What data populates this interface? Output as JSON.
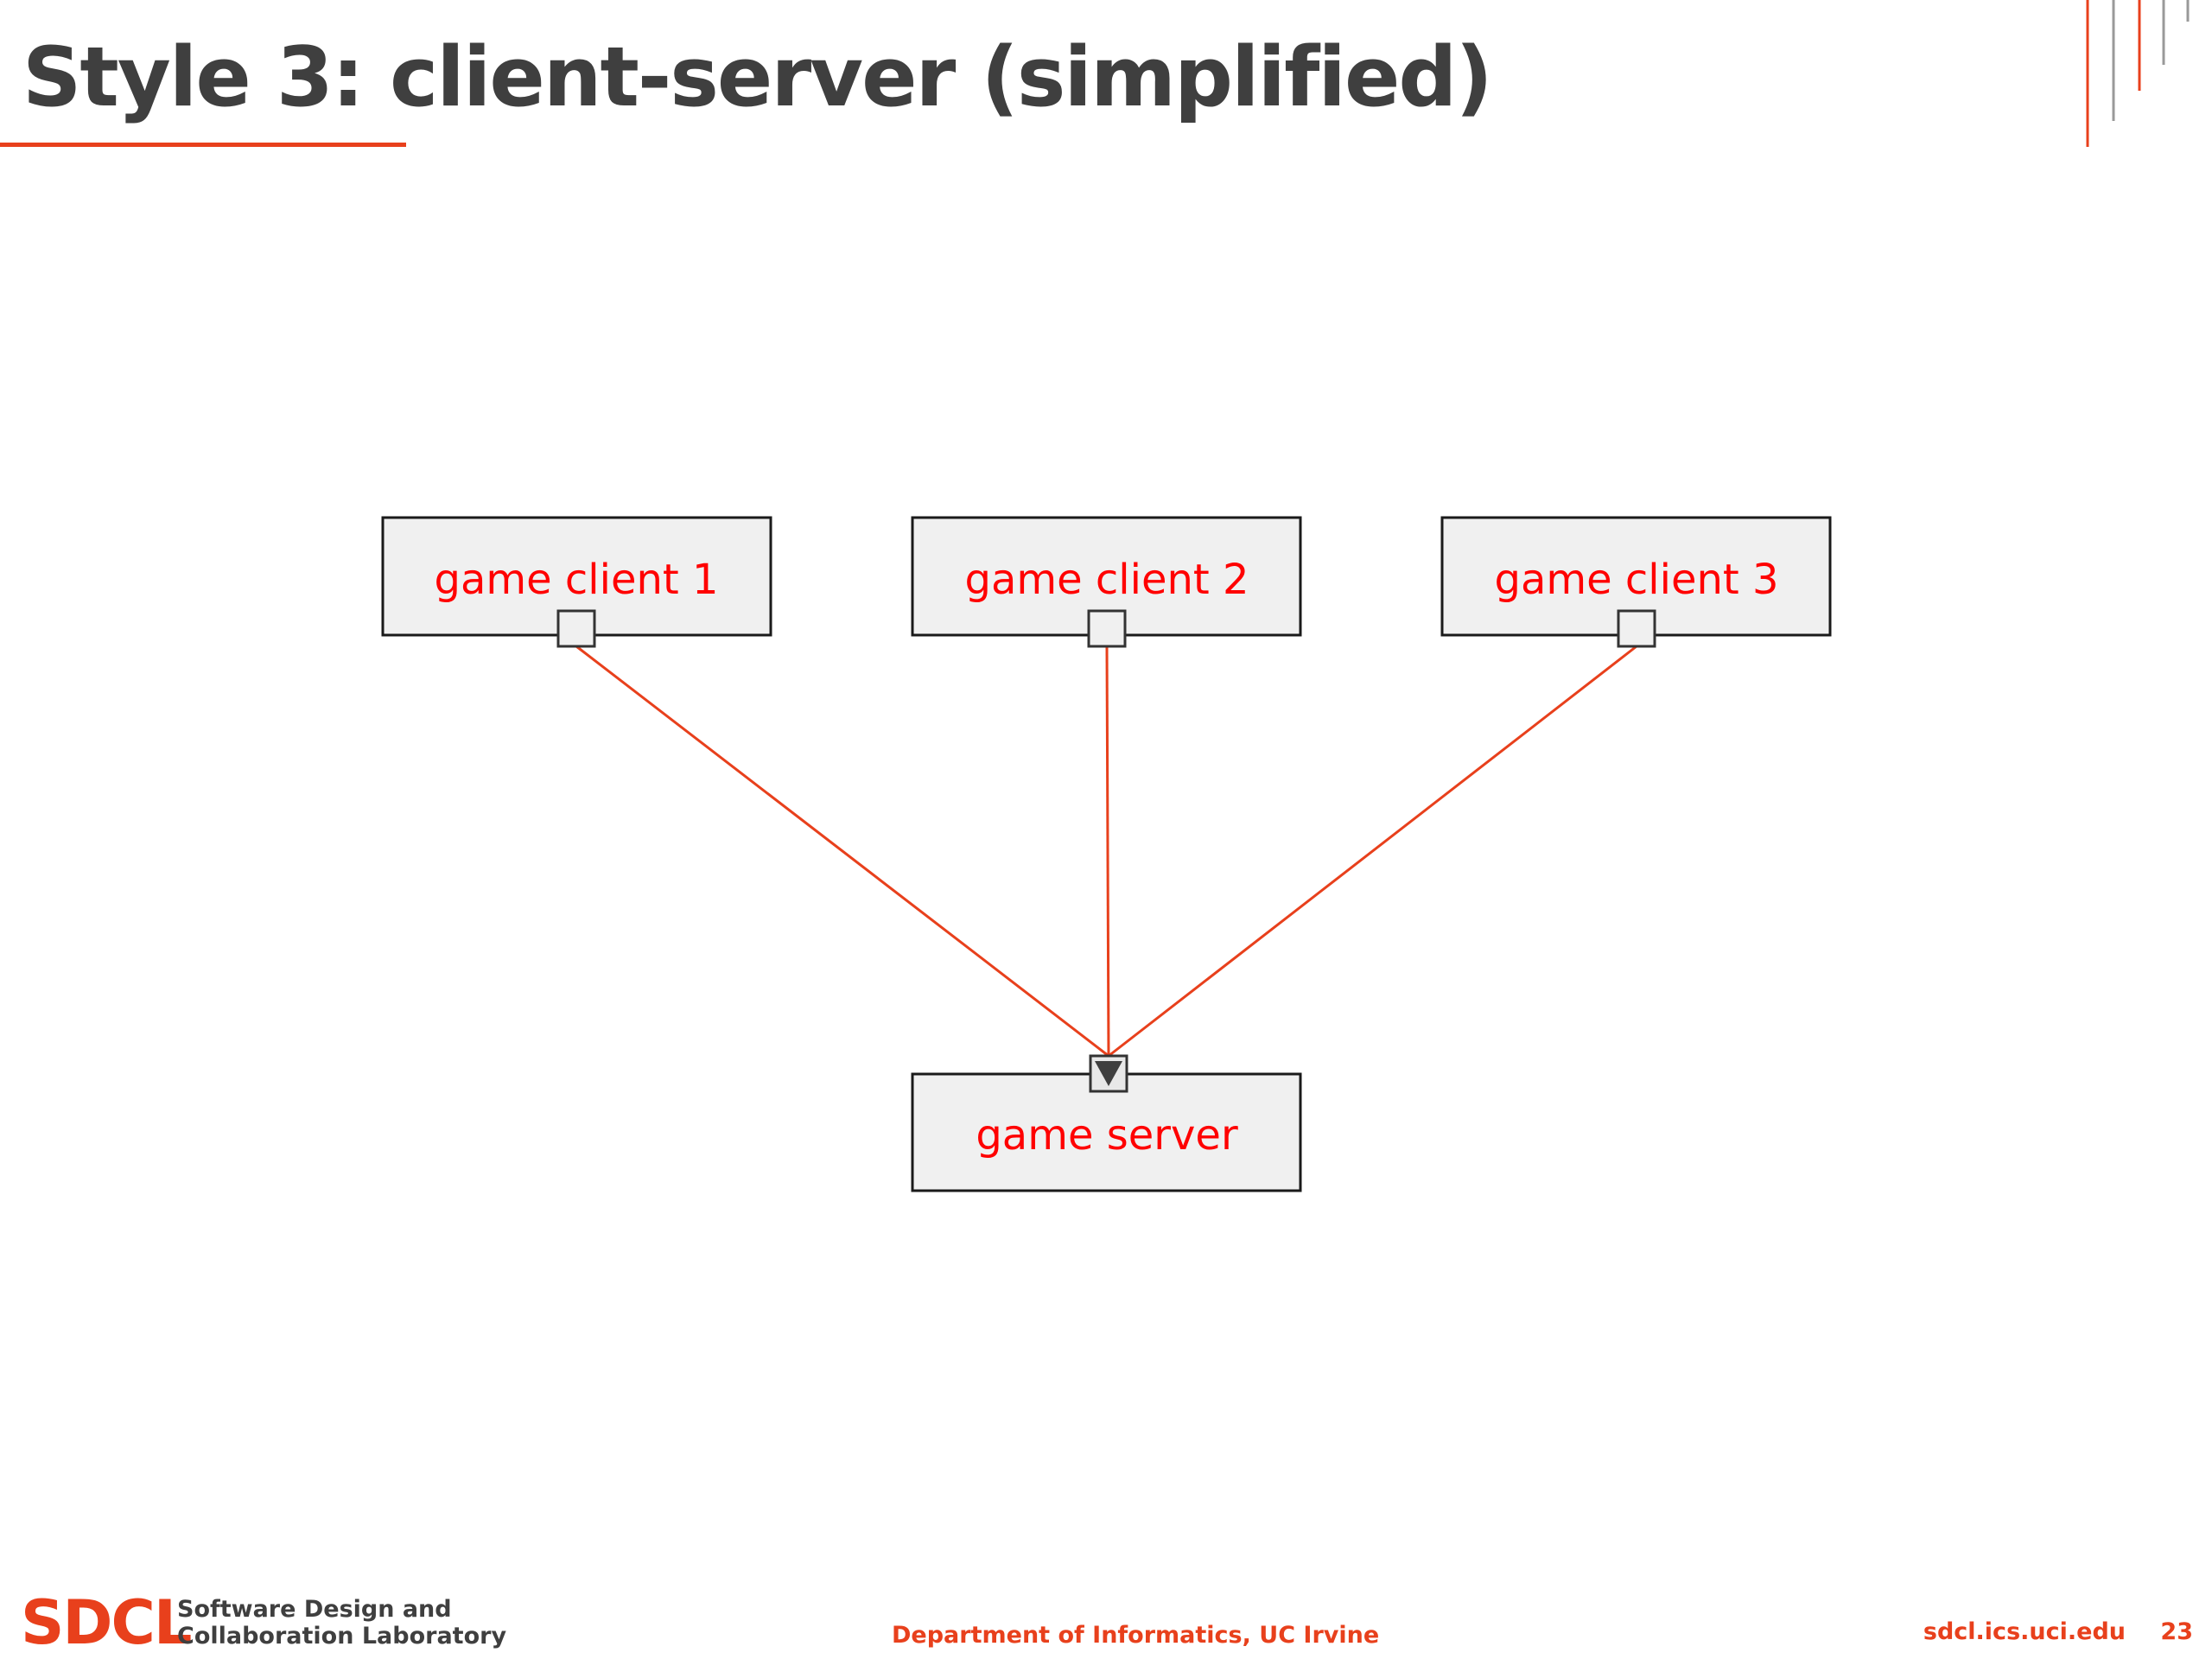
{
  "slide": {
    "title": "Style 3: client-server (simplified)",
    "accent_color": "#e8401c",
    "title_color": "#3f3f3f"
  },
  "diagram": {
    "clients": [
      {
        "label": "game client 1"
      },
      {
        "label": "game client 2"
      },
      {
        "label": "game client 3"
      }
    ],
    "server": {
      "label": "game server"
    },
    "box_fill": "#f0f0f0",
    "label_color": "#ff0000",
    "connector_color": "#e8401c"
  },
  "footer": {
    "logo": "SDCL",
    "lab_line1": "Software Design and",
    "lab_line2": "Collaboration Laboratory",
    "department": "Department of Informatics, UC Irvine",
    "url": "sdcl.ics.uci.edu",
    "page_number": "23"
  }
}
